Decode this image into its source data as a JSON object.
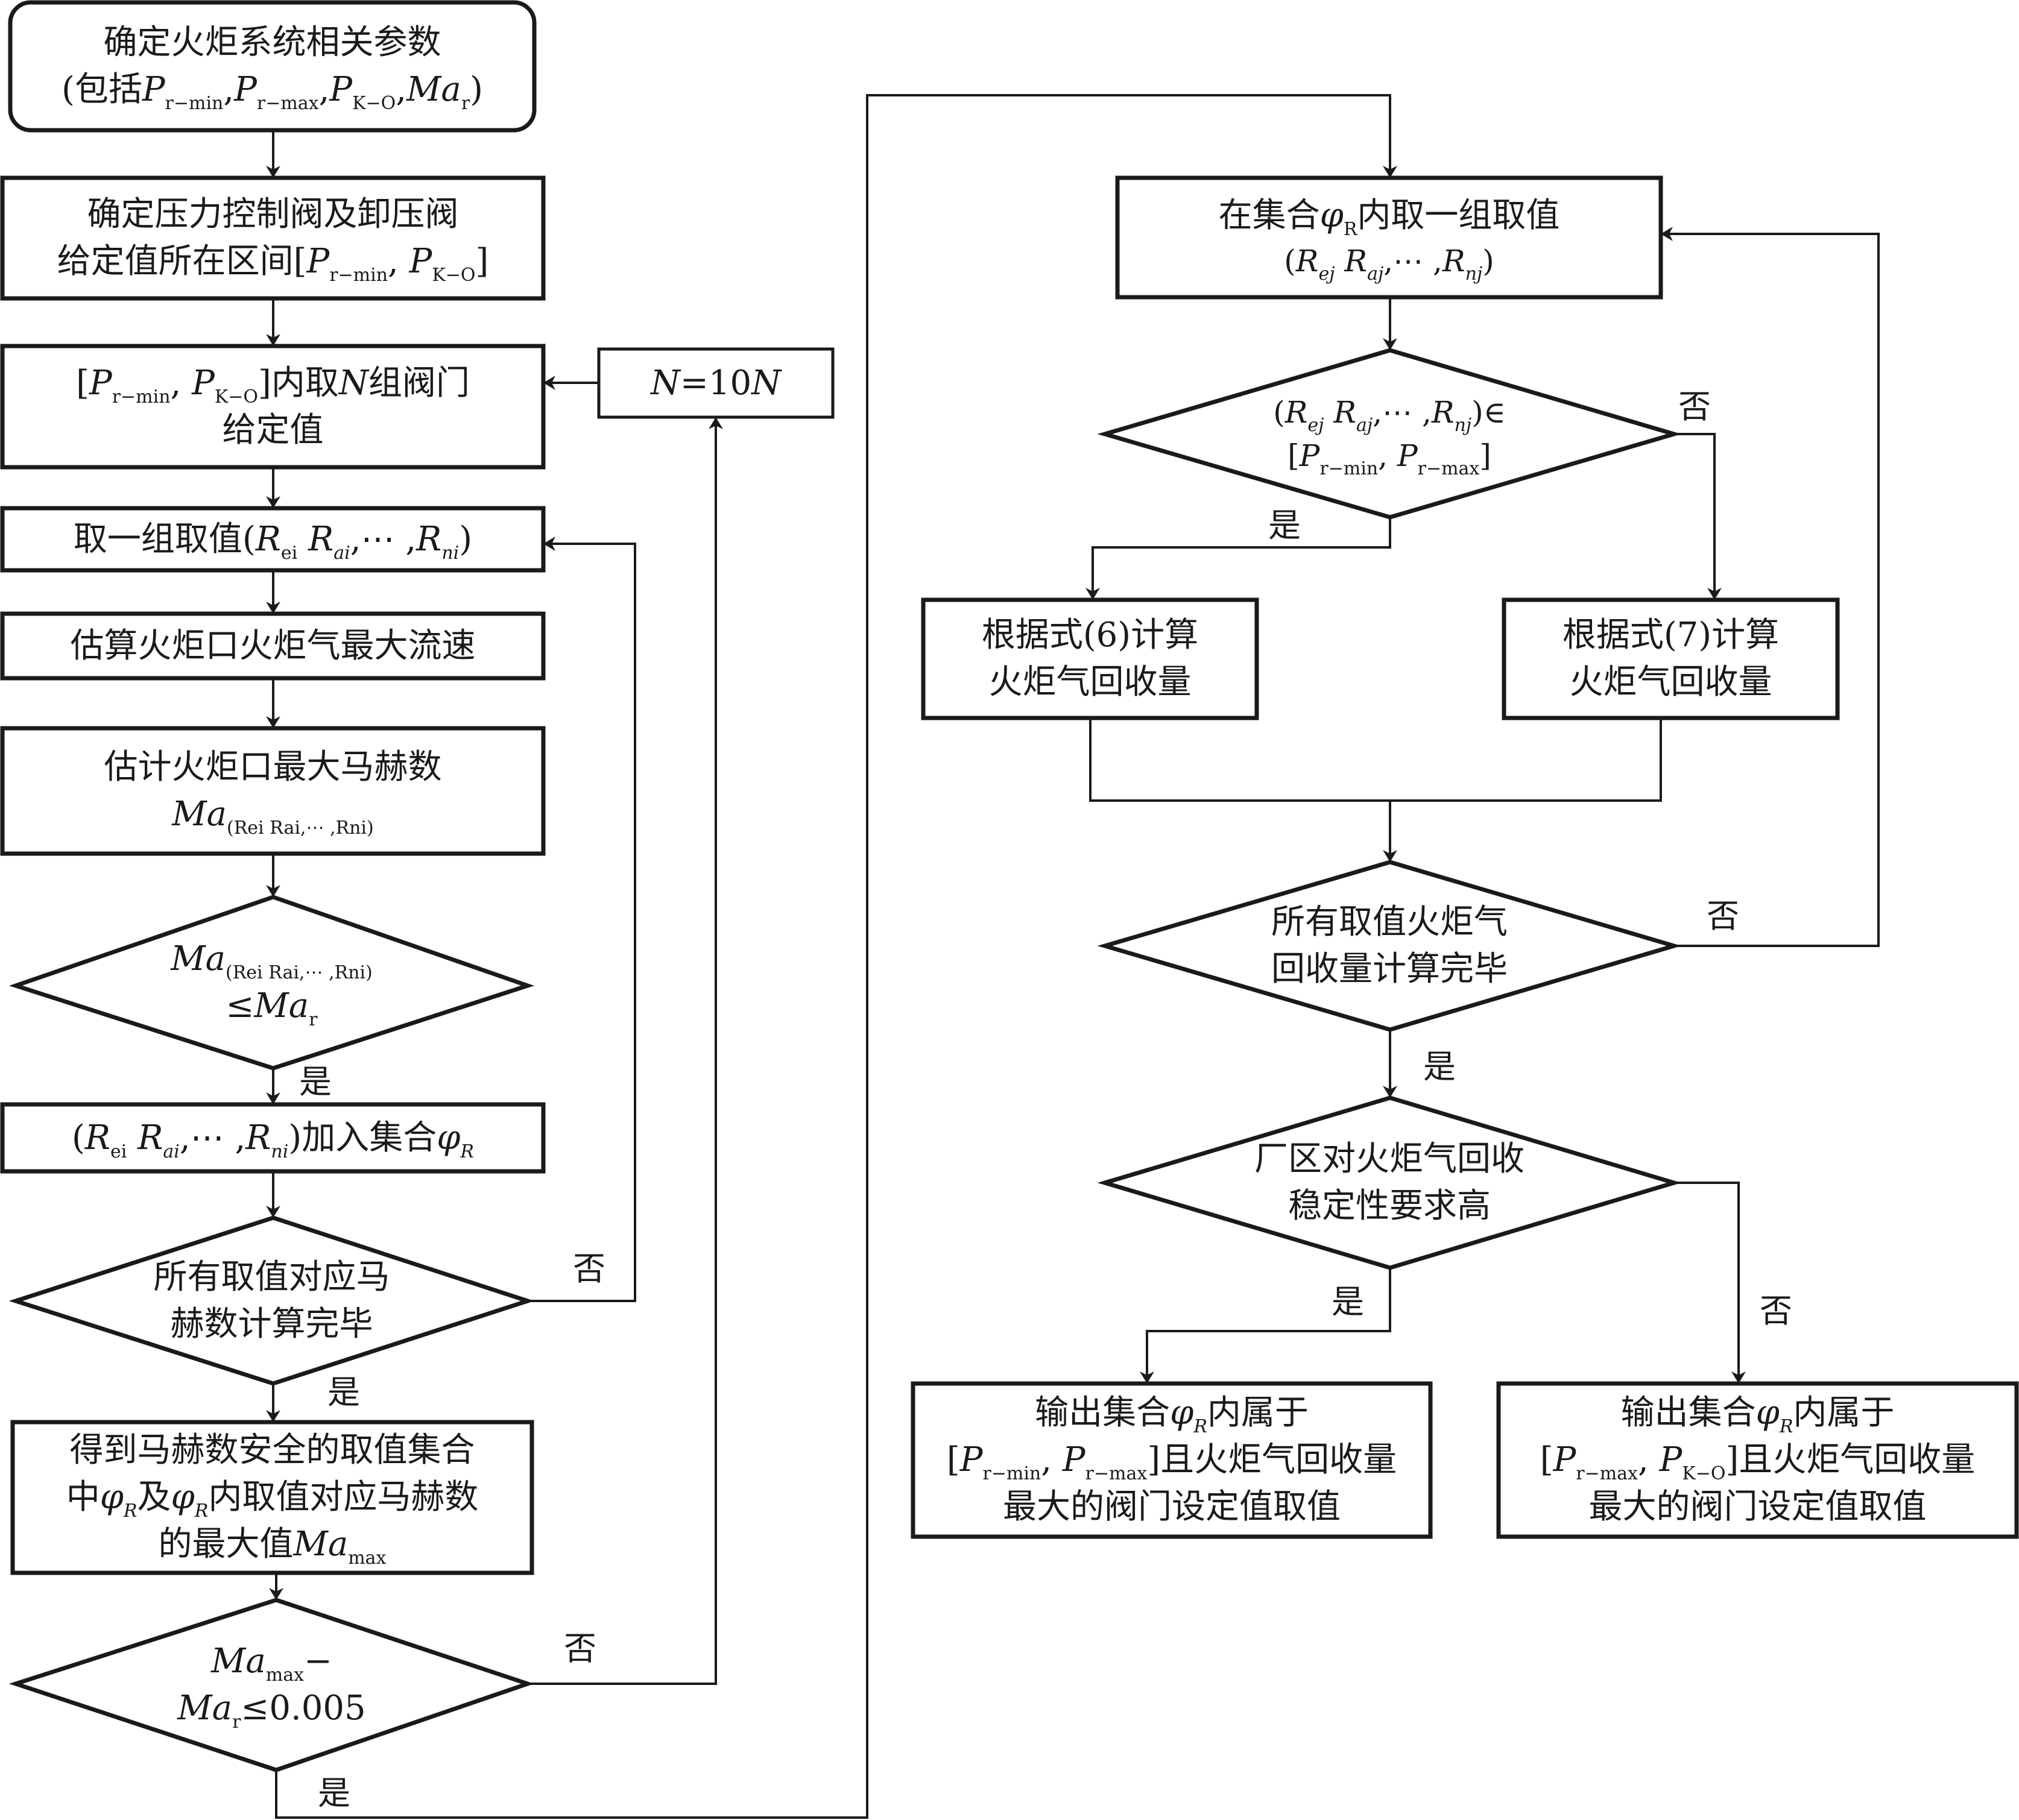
{
  "diagram": {
    "type": "flowchart",
    "colors": {
      "stroke": "#1a1a1a",
      "background": "#ffffff"
    },
    "left_column": {
      "start": {
        "line1": "确定火炬系统相关参数",
        "line2_prefix": "(包括",
        "params": [
          "P",
          "r−min",
          "P",
          "r−max",
          "P",
          "K−O",
          "Ma",
          "r"
        ],
        "line2_suffix": ")"
      },
      "step_interval": {
        "line1": "确定压力控制阀及卸压阀",
        "line2_prefix": "给定值所在区间[",
        "p1": "P",
        "p1_sub": "r−min",
        "p2": "P",
        "p2_sub": "K−O",
        "line2_suffix": "]"
      },
      "step_sample": {
        "prefix": "[",
        "p1": "P",
        "p1_sub": "r−min",
        "p2": "P",
        "p2_sub": "K−O",
        "mid": "]内取",
        "n": "N",
        "suffix": "组阀门",
        "line2": "给定值"
      },
      "multiply": {
        "n1": "N",
        "eq": "=10",
        "n2": "N"
      },
      "step_take": {
        "prefix": "取一组取值(",
        "r": "R",
        "s1": "ei",
        "s2": "ai",
        "sep": ",⋯ ,",
        "s3": "ni",
        "suffix": ")"
      },
      "step_velocity": {
        "text": "估算火炬口火炬气最大流速"
      },
      "step_mach": {
        "line1": "估计火炬口最大马赫数",
        "ma": "Ma",
        "sub": "(Rei Rai,⋯ ,Rni)"
      },
      "decision_mach": {
        "ma": "Ma",
        "sub": "(Rei Rai,⋯ ,Rni)",
        "cmp": "≤",
        "ma2": "Ma",
        "sub2": "r"
      },
      "step_add": {
        "prefix": "(",
        "r": "R",
        "s1": "ei",
        "s2": "ai",
        "sep": ",⋯ ,",
        "s3": "ni",
        "suffix": ")加入集合",
        "phi": "φ",
        "phi_sub": "R"
      },
      "decision_all_mach": {
        "line1": "所有取值对应马",
        "line2": "赫数计算完毕"
      },
      "step_result": {
        "line1": "得到马赫数安全的取值集合",
        "line2_a": "中",
        "phi": "φ",
        "phi_sub": "R",
        "line2_b": "及",
        "line2_c": "内取值对应马赫数",
        "line3": "的最大值",
        "ma": "Ma",
        "ma_sub": "max"
      },
      "decision_tolerance": {
        "ma": "Ma",
        "ma_sub": "max",
        "minus": "−",
        "ma2": "Ma",
        "ma2_sub": "r",
        "cmp": "≤0.005"
      }
    },
    "right_column": {
      "step_pick": {
        "line1_a": "在集合",
        "phi": "φ",
        "phi_sub": "R",
        "line1_b": "内取一组取值",
        "r": "R",
        "s1": "ej",
        "s2": "aj",
        "s3": "nj",
        "sep": ",⋯ ,",
        "open": "(",
        "close": ")"
      },
      "decision_range": {
        "r": "R",
        "s1": "ej",
        "s2": "aj",
        "s3": "nj",
        "sep": ",⋯ ,",
        "in": ")∈",
        "p1": "P",
        "p1_sub": "r−min",
        "p2": "P",
        "p2_sub": "r−max"
      },
      "calc6": {
        "line1": "根据式(6)计算",
        "line2": "火炬气回收量"
      },
      "calc7": {
        "line1": "根据式(7)计算",
        "line2": "火炬气回收量"
      },
      "decision_all_recovery": {
        "line1": "所有取值火炬气",
        "line2": "回收量计算完毕"
      },
      "decision_stability": {
        "line1": "厂区对火炬气回收",
        "line2": "稳定性要求高"
      },
      "output_high": {
        "line1_a": "输出集合",
        "phi": "φ",
        "phi_sub": "R",
        "line1_b": "内属于",
        "p1": "P",
        "p1_sub": "r−min",
        "p2": "P",
        "p2_sub": "r−max",
        "line2_suffix": "]且火炬气回收量",
        "line3": "最大的阀门设定值取值"
      },
      "output_low": {
        "line1_a": "输出集合",
        "phi": "φ",
        "phi_sub": "R",
        "line1_b": "内属于",
        "p1": "P",
        "p1_sub": "r−max",
        "p2": "P",
        "p2_sub": "K−O",
        "line2_suffix": "]且火炬气回收量",
        "line3": "最大的阀门设定值取值"
      }
    },
    "edge_labels": {
      "yes": "是",
      "no": "否"
    }
  }
}
